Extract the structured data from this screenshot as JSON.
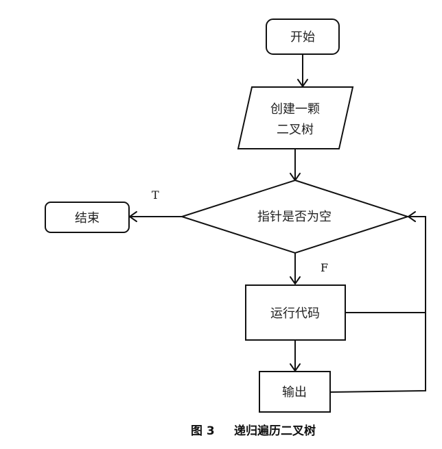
{
  "nodes": {
    "start": "开始",
    "create_line1": "创建一颗",
    "create_line2": "二叉树",
    "decision": "指针是否为空",
    "end": "结束",
    "run": "运行代码",
    "output": "输出"
  },
  "edges": {
    "true_label": "T",
    "false_label": "F"
  },
  "caption": {
    "figure": "图 3",
    "title": "递归遍历二叉树"
  }
}
